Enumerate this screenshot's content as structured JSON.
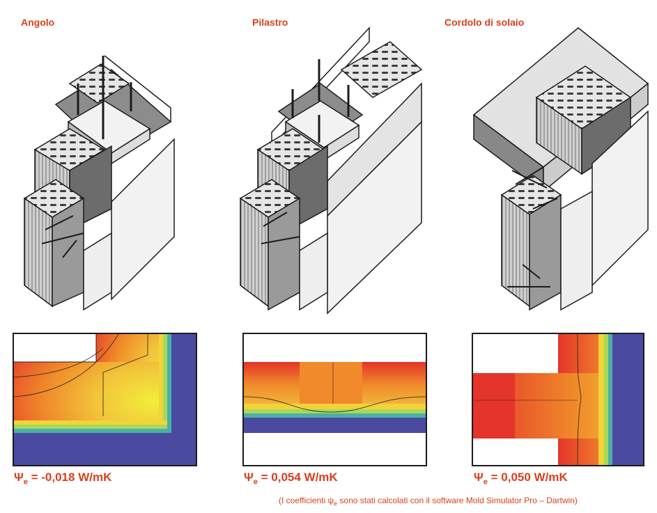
{
  "sections": [
    {
      "title": "Angolo",
      "psi_symbol": "Ψ",
      "psi_sub": "e",
      "psi_value": " = -0,018 W/mK"
    },
    {
      "title": "Pilastro",
      "psi_symbol": "Ψ",
      "psi_sub": "e",
      "psi_value": " = 0,054 W/mK"
    },
    {
      "title": "Cordolo di solaio",
      "psi_symbol": "Ψ",
      "psi_sub": "e",
      "psi_value": " = 0,050 W/mK"
    }
  ],
  "footnote": {
    "before": "(I coefficienti ",
    "symbol": "ψ",
    "sub": "e",
    "after": " sono stati calcolati con il software Mold Simulator Pro – Dartwin)"
  },
  "colors": {
    "accent": "#d8401d",
    "heat_hot": "#e5342a",
    "heat_warm": "#f08a2a",
    "heat_yellow": "#f2e43a",
    "heat_cold": "#4a4aa0"
  }
}
